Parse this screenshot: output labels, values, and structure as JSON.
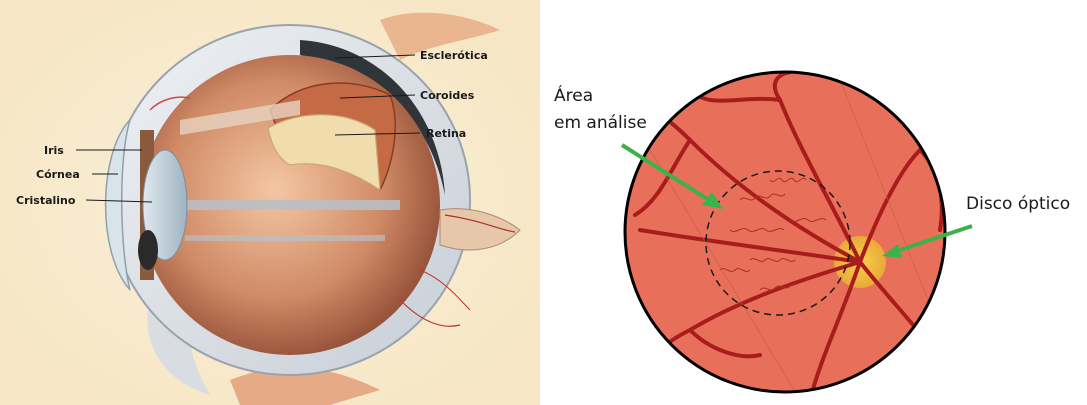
{
  "left_panel": {
    "labels": {
      "sclera": "Esclerótica",
      "choroid": "Coroides",
      "retina": "Retina",
      "iris": "Iris",
      "cornea": "Córnea",
      "lens": "Cristalino"
    }
  },
  "right_panel": {
    "labels": {
      "analysis_area_line1": "Área",
      "analysis_area_line2": "em análise",
      "optic_disc": "Disco óptico"
    },
    "colors": {
      "fundus": "#e8705a",
      "vessel": "#a81c1c",
      "optic_disc": "#f2c23a",
      "arrow": "#3cb34a",
      "border": "#000000"
    }
  }
}
